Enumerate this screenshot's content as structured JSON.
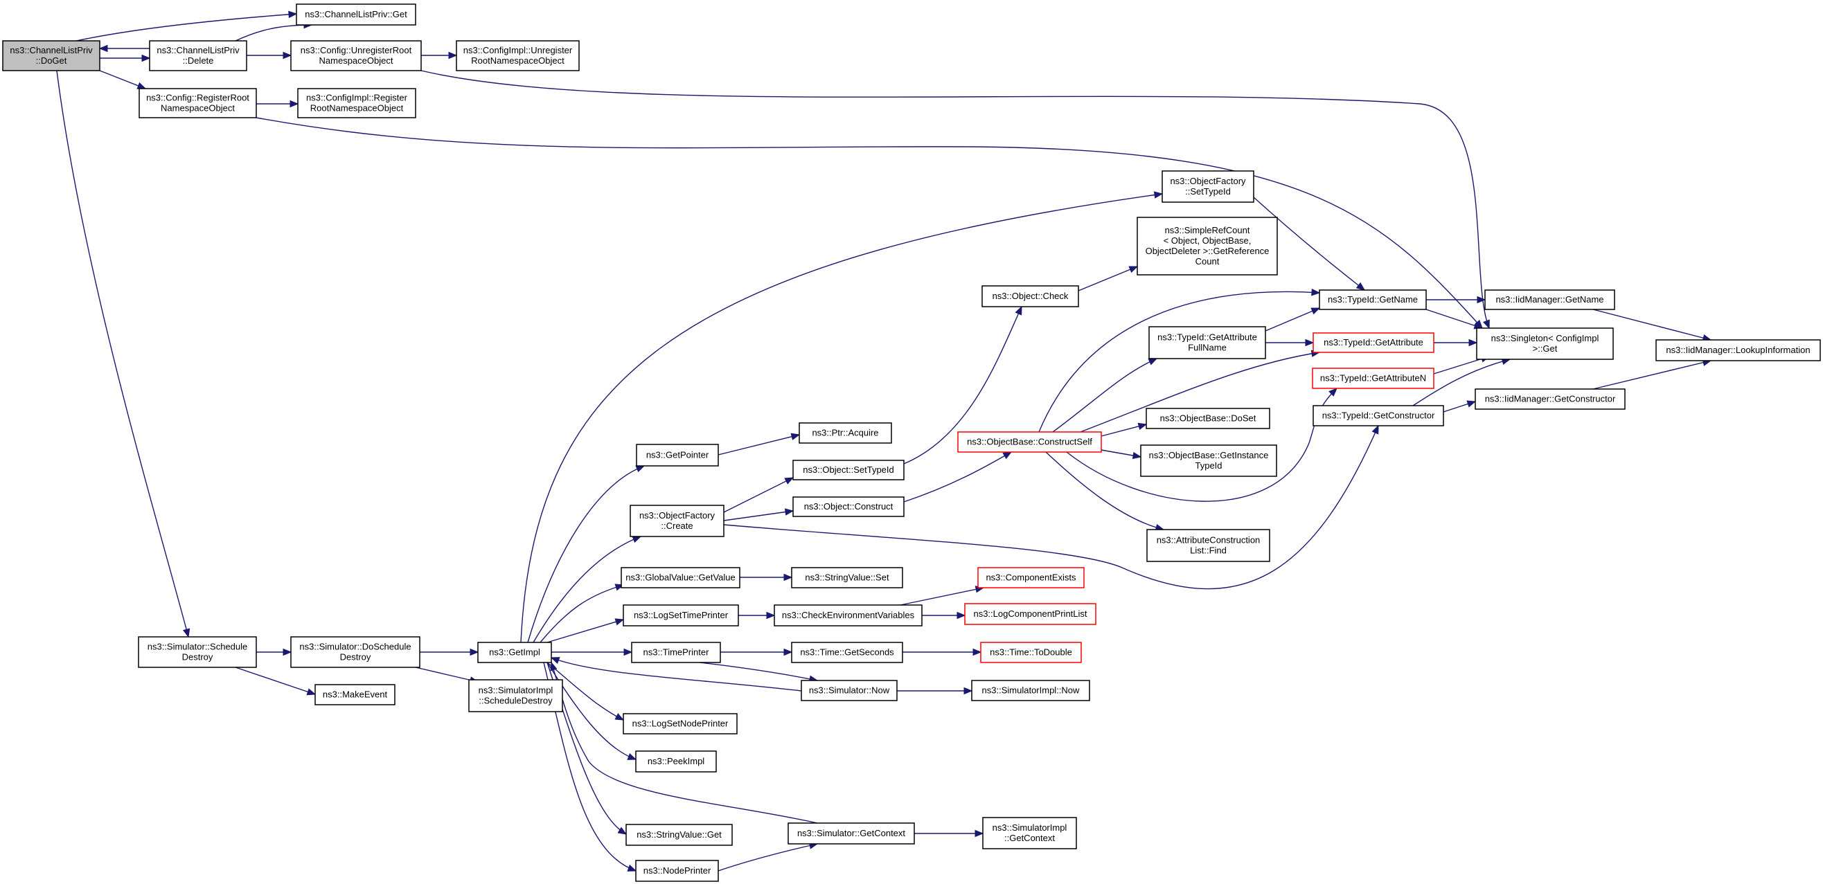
{
  "graph": {
    "background": "#ffffff",
    "edge_color": "#191970",
    "highlight_border_color": "#ff0000",
    "root_fill": "#bfbfbf",
    "nodes": [
      {
        "id": "doget",
        "lines": [
          "ns3::ChannelListPriv",
          "::DoGet"
        ],
        "style": "root"
      },
      {
        "id": "clp_get",
        "lines": [
          "ns3::ChannelListPriv::Get"
        ]
      },
      {
        "id": "clp_delete",
        "lines": [
          "ns3::ChannelListPriv",
          "::Delete"
        ]
      },
      {
        "id": "cfg_unreg",
        "lines": [
          "ns3::Config::UnregisterRoot",
          "NamespaceObject"
        ]
      },
      {
        "id": "cfgimpl_unreg",
        "lines": [
          "ns3::ConfigImpl::Unregister",
          "RootNamespaceObject"
        ]
      },
      {
        "id": "cfg_reg",
        "lines": [
          "ns3::Config::RegisterRoot",
          "NamespaceObject"
        ]
      },
      {
        "id": "cfgimpl_reg",
        "lines": [
          "ns3::ConfigImpl::Register",
          "RootNamespaceObject"
        ]
      },
      {
        "id": "of_settypeid",
        "lines": [
          "ns3::ObjectFactory",
          "::SetTypeId"
        ]
      },
      {
        "id": "simplerefcount",
        "lines": [
          "ns3::SimpleRefCount",
          "< Object, ObjectBase,",
          "ObjectDeleter >::GetReference",
          "Count"
        ]
      },
      {
        "id": "obj_check",
        "lines": [
          "ns3::Object::Check"
        ]
      },
      {
        "id": "typeid_getname",
        "lines": [
          "ns3::TypeId::GetName"
        ]
      },
      {
        "id": "iid_getname",
        "lines": [
          "ns3::IidManager::GetName"
        ]
      },
      {
        "id": "singleton_get",
        "lines": [
          "ns3::Singleton< ConfigImpl",
          " >::Get"
        ]
      },
      {
        "id": "iid_lookup",
        "lines": [
          "ns3::IidManager::LookupInformation"
        ]
      },
      {
        "id": "typeid_getattrfullname",
        "lines": [
          "ns3::TypeId::GetAttribute",
          "FullName"
        ]
      },
      {
        "id": "typeid_getattr",
        "lines": [
          "ns3::TypeId::GetAttribute"
        ],
        "style": "red"
      },
      {
        "id": "typeid_getattrn",
        "lines": [
          "ns3::TypeId::GetAttributeN"
        ],
        "style": "red"
      },
      {
        "id": "typeid_getctor",
        "lines": [
          "ns3::TypeId::GetConstructor"
        ]
      },
      {
        "id": "iid_getctor",
        "lines": [
          "ns3::IidManager::GetConstructor"
        ]
      },
      {
        "id": "ptr_acquire",
        "lines": [
          "ns3::Ptr::Acquire"
        ]
      },
      {
        "id": "getpointer",
        "lines": [
          "ns3::GetPointer"
        ]
      },
      {
        "id": "obj_settypeid",
        "lines": [
          "ns3::Object::SetTypeId"
        ]
      },
      {
        "id": "obj_construct",
        "lines": [
          "ns3::Object::Construct"
        ]
      },
      {
        "id": "of_create",
        "lines": [
          "ns3::ObjectFactory",
          "::Create"
        ]
      },
      {
        "id": "ob_constructself",
        "lines": [
          "ns3::ObjectBase::ConstructSelf"
        ],
        "style": "red"
      },
      {
        "id": "ob_doset",
        "lines": [
          "ns3::ObjectBase::DoSet"
        ]
      },
      {
        "id": "ob_getinstancetypeid",
        "lines": [
          "ns3::ObjectBase::GetInstance",
          "TypeId"
        ]
      },
      {
        "id": "attrconstructionlist",
        "lines": [
          "ns3::AttributeConstruction",
          "List::Find"
        ]
      },
      {
        "id": "globalvalue",
        "lines": [
          "ns3::GlobalValue::GetValue"
        ]
      },
      {
        "id": "stringvalue_set",
        "lines": [
          "ns3::StringValue::Set"
        ]
      },
      {
        "id": "logsettimeprinter",
        "lines": [
          "ns3::LogSetTimePrinter"
        ]
      },
      {
        "id": "checkenv",
        "lines": [
          "ns3::CheckEnvironmentVariables"
        ]
      },
      {
        "id": "compexists",
        "lines": [
          "ns3::ComponentExists"
        ],
        "style": "red"
      },
      {
        "id": "logcompprint",
        "lines": [
          "ns3::LogComponentPrintList"
        ],
        "style": "red"
      },
      {
        "id": "sim_scheddestroy",
        "lines": [
          "ns3::Simulator::Schedule",
          "Destroy"
        ]
      },
      {
        "id": "sim_doscheddestroy",
        "lines": [
          "ns3::Simulator::DoSchedule",
          "Destroy"
        ]
      },
      {
        "id": "getimpl",
        "lines": [
          "ns3::GetImpl"
        ]
      },
      {
        "id": "timeprinter",
        "lines": [
          "ns3::TimePrinter"
        ]
      },
      {
        "id": "time_getseconds",
        "lines": [
          "ns3::Time::GetSeconds"
        ]
      },
      {
        "id": "time_todouble",
        "lines": [
          "ns3::Time::ToDouble"
        ],
        "style": "red"
      },
      {
        "id": "makeevent",
        "lines": [
          "ns3::MakeEvent"
        ]
      },
      {
        "id": "simimpl_scheddestroy",
        "lines": [
          "ns3::SimulatorImpl",
          "::ScheduleDestroy"
        ]
      },
      {
        "id": "sim_now",
        "lines": [
          "ns3::Simulator::Now"
        ]
      },
      {
        "id": "simimpl_now",
        "lines": [
          "ns3::SimulatorImpl::Now"
        ]
      },
      {
        "id": "logsetnodeprinter",
        "lines": [
          "ns3::LogSetNodePrinter"
        ]
      },
      {
        "id": "peekimpl",
        "lines": [
          "ns3::PeekImpl"
        ]
      },
      {
        "id": "stringvalue_get",
        "lines": [
          "ns3::StringValue::Get"
        ]
      },
      {
        "id": "sim_getcontext",
        "lines": [
          "ns3::Simulator::GetContext"
        ]
      },
      {
        "id": "simimpl_getcontext",
        "lines": [
          "ns3::SimulatorImpl",
          "::GetContext"
        ]
      },
      {
        "id": "nodeprinter",
        "lines": [
          "ns3::NodePrinter"
        ]
      }
    ],
    "edges": [
      [
        "doget",
        "clp_get"
      ],
      [
        "doget",
        "clp_delete"
      ],
      [
        "clp_delete",
        "doget"
      ],
      [
        "clp_delete",
        "clp_get"
      ],
      [
        "clp_delete",
        "cfg_unreg"
      ],
      [
        "cfg_unreg",
        "cfgimpl_unreg"
      ],
      [
        "cfg_unreg",
        "singleton_get"
      ],
      [
        "doget",
        "cfg_reg"
      ],
      [
        "cfg_reg",
        "cfgimpl_reg"
      ],
      [
        "cfg_reg",
        "singleton_get"
      ],
      [
        "doget",
        "sim_scheddestroy"
      ],
      [
        "sim_scheddestroy",
        "sim_doscheddestroy"
      ],
      [
        "sim_scheddestroy",
        "makeevent"
      ],
      [
        "sim_doscheddestroy",
        "getimpl"
      ],
      [
        "sim_doscheddestroy",
        "simimpl_scheddestroy"
      ],
      [
        "getimpl",
        "of_settypeid"
      ],
      [
        "getimpl",
        "getpointer"
      ],
      [
        "getimpl",
        "of_create"
      ],
      [
        "getimpl",
        "globalvalue"
      ],
      [
        "getimpl",
        "logsettimeprinter"
      ],
      [
        "getimpl",
        "timeprinter"
      ],
      [
        "getimpl",
        "logsetnodeprinter"
      ],
      [
        "getimpl",
        "peekimpl"
      ],
      [
        "getimpl",
        "stringvalue_get"
      ],
      [
        "getimpl",
        "nodeprinter"
      ],
      [
        "getpointer",
        "ptr_acquire"
      ],
      [
        "of_create",
        "obj_settypeid"
      ],
      [
        "of_create",
        "obj_construct"
      ],
      [
        "of_create",
        "typeid_getctor"
      ],
      [
        "obj_settypeid",
        "obj_check"
      ],
      [
        "obj_check",
        "simplerefcount"
      ],
      [
        "obj_construct",
        "ob_constructself"
      ],
      [
        "ob_constructself",
        "typeid_getname"
      ],
      [
        "ob_constructself",
        "typeid_getattrfullname"
      ],
      [
        "ob_constructself",
        "typeid_getattr"
      ],
      [
        "ob_constructself",
        "typeid_getattrn"
      ],
      [
        "ob_constructself",
        "ob_doset"
      ],
      [
        "ob_constructself",
        "ob_getinstancetypeid"
      ],
      [
        "ob_constructself",
        "attrconstructionlist"
      ],
      [
        "of_settypeid",
        "typeid_getname"
      ],
      [
        "typeid_getattrfullname",
        "typeid_getname"
      ],
      [
        "typeid_getattrfullname",
        "typeid_getattr"
      ],
      [
        "typeid_getname",
        "iid_getname"
      ],
      [
        "typeid_getname",
        "singleton_get"
      ],
      [
        "typeid_getattr",
        "singleton_get"
      ],
      [
        "typeid_getattrn",
        "singleton_get"
      ],
      [
        "typeid_getctor",
        "singleton_get"
      ],
      [
        "typeid_getctor",
        "iid_getctor"
      ],
      [
        "iid_getname",
        "iid_lookup"
      ],
      [
        "iid_getctor",
        "iid_lookup"
      ],
      [
        "globalvalue",
        "stringvalue_set"
      ],
      [
        "logsettimeprinter",
        "checkenv"
      ],
      [
        "checkenv",
        "compexists"
      ],
      [
        "checkenv",
        "logcompprint"
      ],
      [
        "timeprinter",
        "time_getseconds"
      ],
      [
        "timeprinter",
        "sim_now"
      ],
      [
        "time_getseconds",
        "time_todouble"
      ],
      [
        "sim_now",
        "getimpl"
      ],
      [
        "sim_now",
        "simimpl_now"
      ],
      [
        "sim_getcontext",
        "getimpl"
      ],
      [
        "sim_getcontext",
        "simimpl_getcontext"
      ],
      [
        "nodeprinter",
        "sim_getcontext"
      ]
    ]
  }
}
